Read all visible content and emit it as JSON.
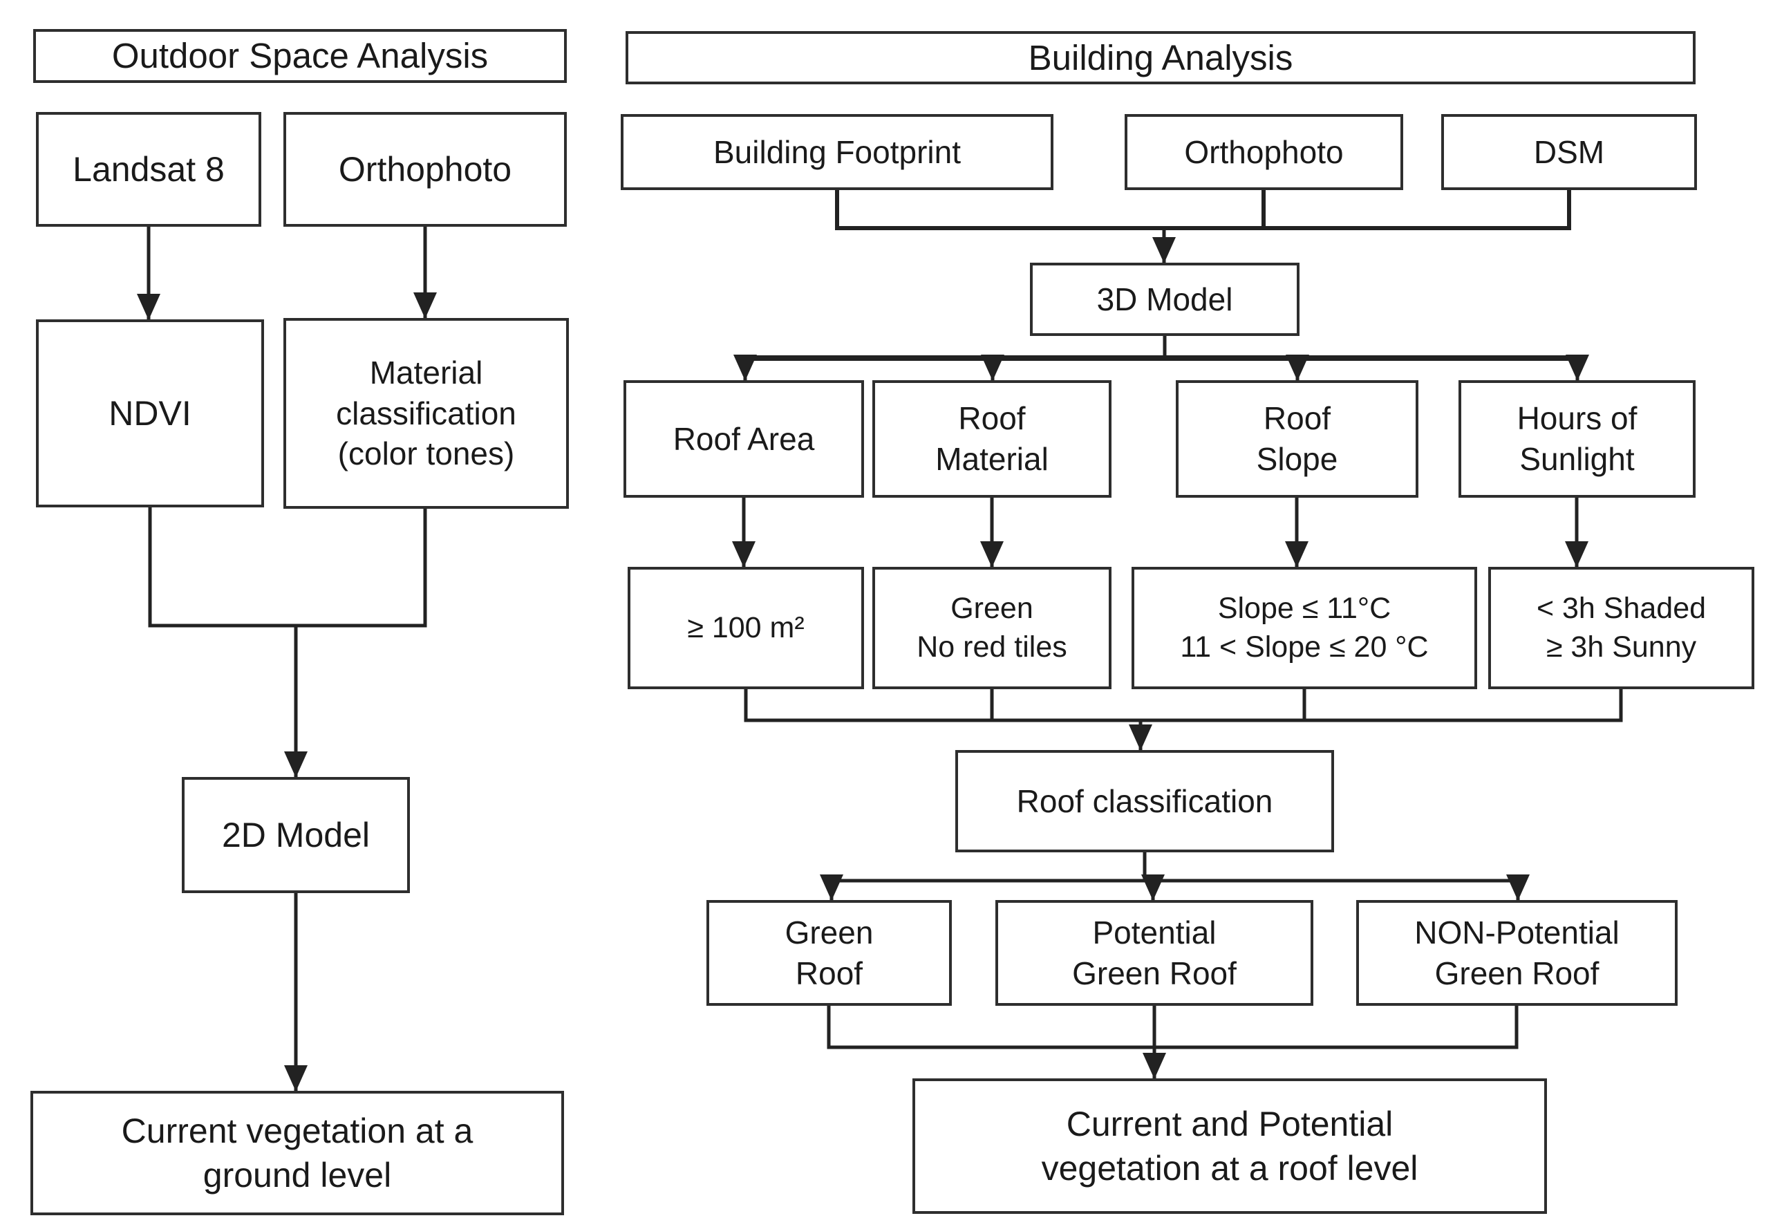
{
  "figure": {
    "left_section": {
      "title": "Outdoor Space Analysis",
      "landsat": "Landsat 8",
      "orthophoto": "Orthophoto",
      "ndvi": "NDVI",
      "material_classification": [
        "Material",
        "classification",
        "(color tones)"
      ],
      "model_2d": "2D Model",
      "result": [
        "Current vegetation at a",
        "ground level"
      ]
    },
    "right_section": {
      "title": "Building Analysis",
      "building_footprint": "Building Footprint",
      "orthophoto": "Orthophoto",
      "dsm": "DSM",
      "model_3d": "3D Model",
      "roof_area": "Roof Area",
      "roof_material": [
        "Roof",
        "Material"
      ],
      "roof_slope": [
        "Roof",
        "Slope"
      ],
      "hours_of_sunlight": [
        "Hours of",
        "Sunlight"
      ],
      "area_criterion": "≥ 100 m²",
      "material_criterion": [
        "Green",
        "No red tiles"
      ],
      "slope_criterion": [
        "Slope ≤ 11°C",
        "11 < Slope ≤ 20 °C"
      ],
      "sunlight_criterion": [
        "< 3h Shaded",
        "≥ 3h Sunny"
      ],
      "roof_classification": "Roof classification",
      "green_roof": [
        "Green",
        "Roof"
      ],
      "potential_green_roof": [
        "Potential",
        "Green Roof"
      ],
      "non_potential_green_roof": [
        "NON-Potential",
        "Green Roof"
      ],
      "result": [
        "Current and Potential",
        "vegetation at a roof level"
      ]
    },
    "line_color": "#222222",
    "box_border_color": "#2e2e2e",
    "background_color": "#ffffff"
  }
}
